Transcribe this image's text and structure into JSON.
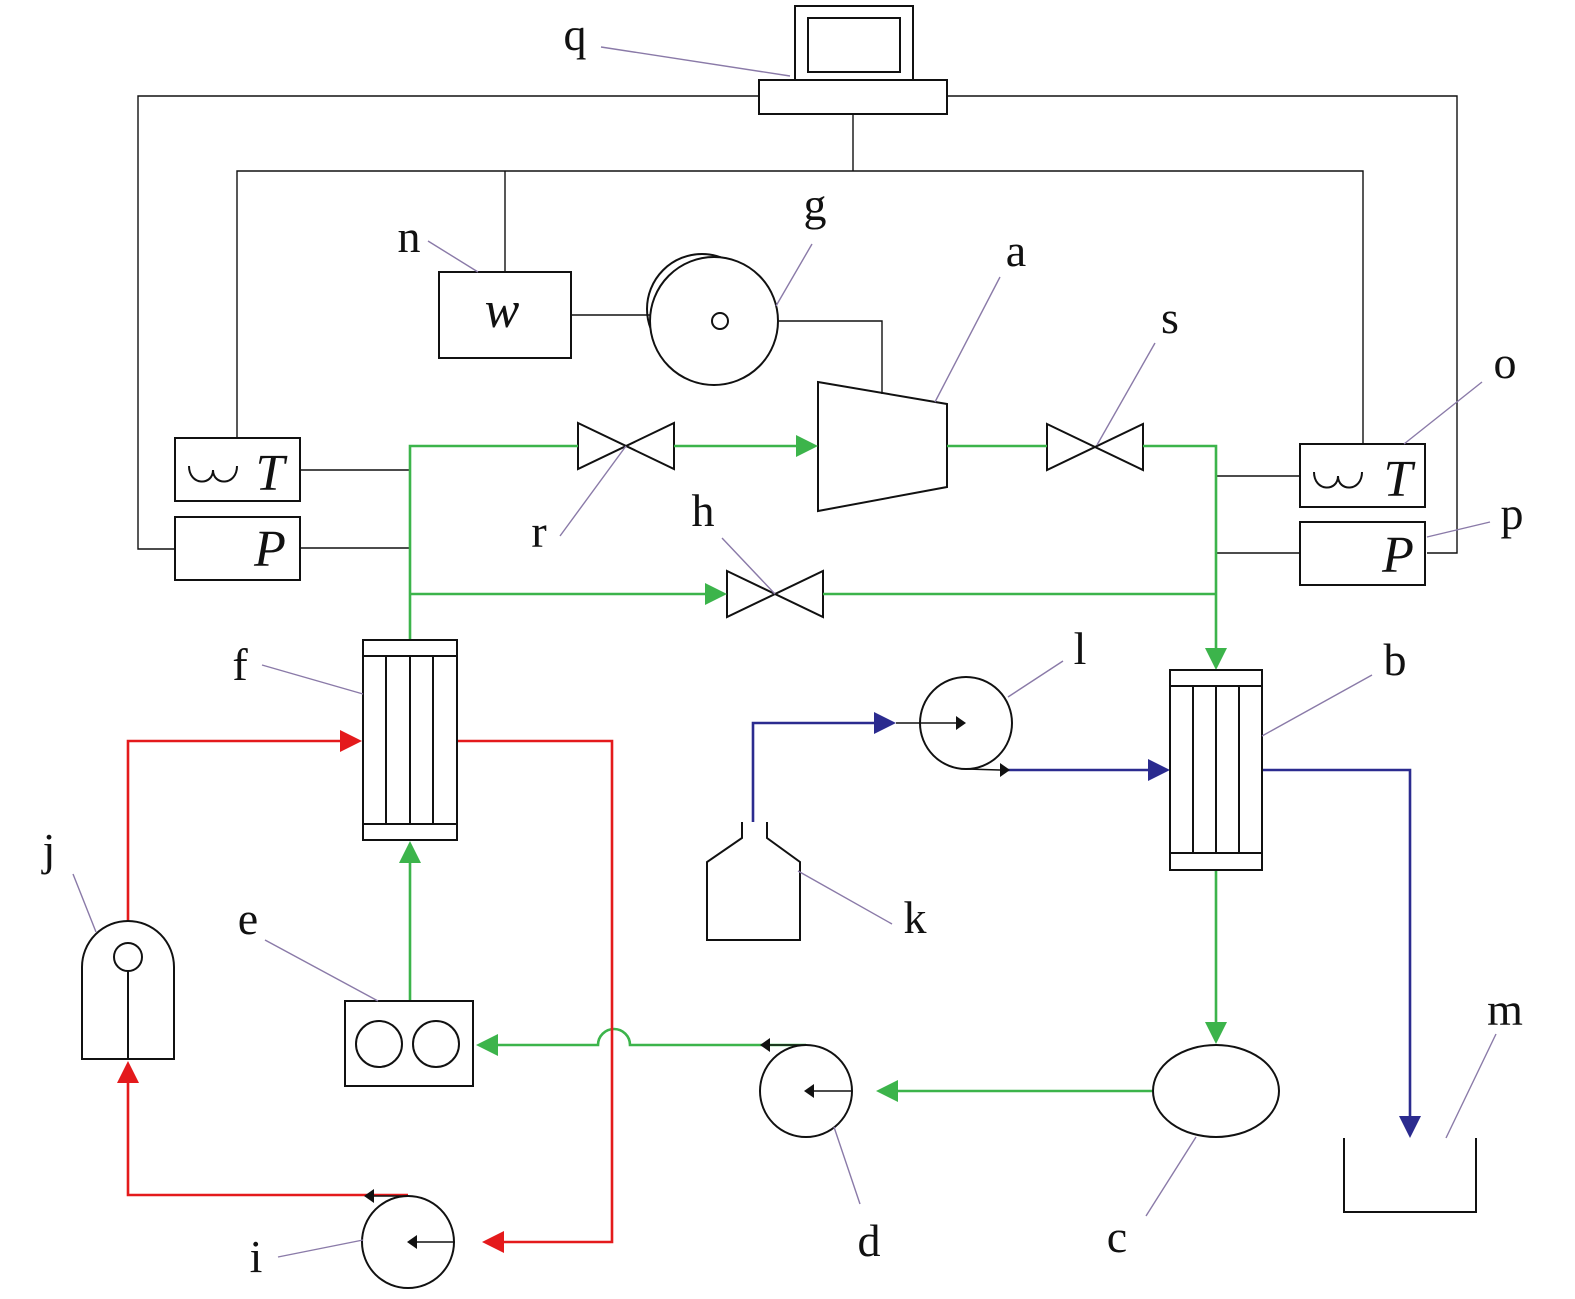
{
  "labels": {
    "a": "a",
    "b": "b",
    "c": "c",
    "d": "d",
    "e": "e",
    "f": "f",
    "g": "g",
    "h": "h",
    "i": "i",
    "j": "j",
    "k": "k",
    "l": "l",
    "m": "m",
    "n": "n",
    "o": "o",
    "p": "p",
    "q": "q",
    "r": "r",
    "s": "s"
  },
  "symbols": {
    "temperature": "T",
    "pressure": "P",
    "power": "w",
    "thermo_glyph": "ω"
  },
  "colors": {
    "green_line": "#3cb44b",
    "red_line": "#e41a1c",
    "blue_line": "#2b2b8f",
    "black": "#111111",
    "leader": "#8a7aa8"
  }
}
